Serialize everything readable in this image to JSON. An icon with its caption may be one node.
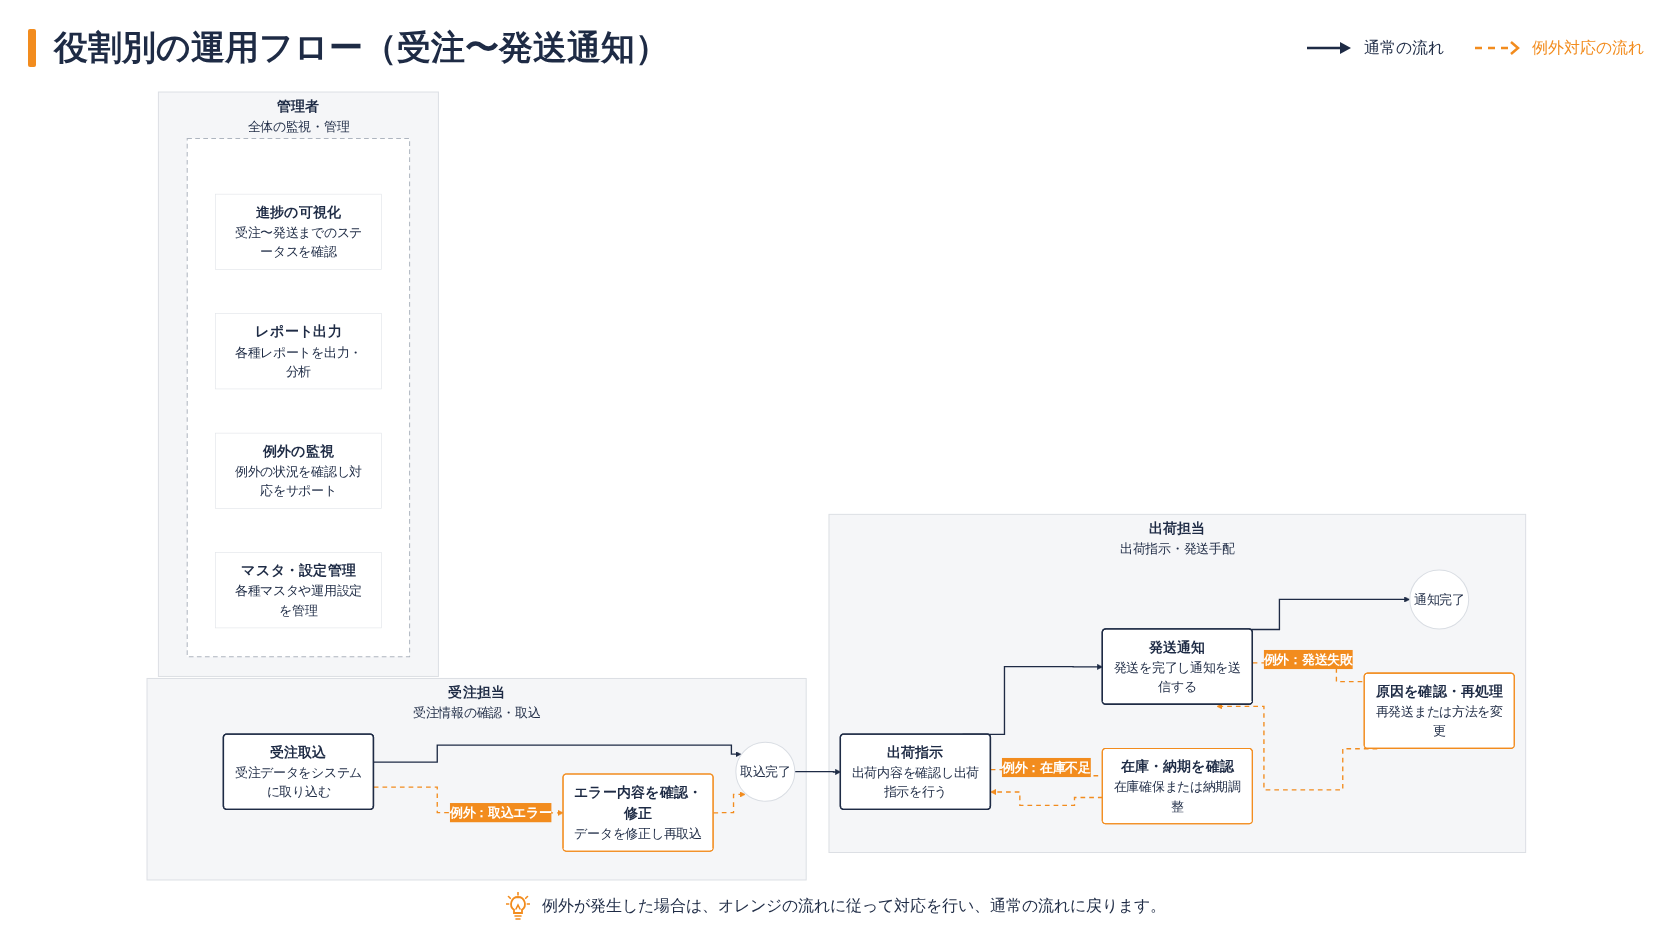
{
  "diagram": {
    "title": "役割別の運用フロー（受注〜発送通知）",
    "caption": "例外が発生した場合は、オレンジの流れに従って対応を行い、通常の流れに戻ります。",
    "nodes": [
      {
        "text": [
          "受注担当",
          "受注情報の確認・取込"
        ]
      },
      {
        "text": [
          "受注取込",
          "受注データをシステムに取り込む"
        ],
        "in": 0
      },
      {
        "text": [
          "取込完了"
        ],
        "in": 0
      },
      {
        "text": [
          "エラー内容を確認・修正",
          "データを修正し再取込"
        ],
        "in": 0
      },
      {
        "text": [
          "出荷担当",
          "出荷指示・発送手配"
        ]
      },
      {
        "text": [
          "出荷指示",
          "出荷内容を確認し出荷指示を行う"
        ],
        "in": 4
      },
      {
        "text": [
          "発送通知",
          "発送を完了し通知を送信する"
        ],
        "in": 4
      },
      {
        "text": [
          "通知完了"
        ],
        "in": 4
      },
      {
        "text": [
          "在庫・納期を確認",
          "在庫確保または納期調整"
        ],
        "in": 4
      },
      {
        "text": [
          "原因を確認・再処理",
          "再発送または方法を変更"
        ],
        "in": 4
      },
      {
        "text": [
          "管理者",
          "全体の監視・管理"
        ]
      },
      {
        "text": [],
        "shape": "box",
        "in": 10
      },
      {
        "text": [
          "進捗の可視化",
          "受注〜発送までのステータスを確認"
        ],
        "in": 11
      },
      {
        "text": [
          "レポート出力",
          "各種レポートを出力・分析"
        ],
        "in": 11
      },
      {
        "text": [
          "例外の監視",
          "例外の状況を確認し対応をサポート"
        ],
        "in": 11
      },
      {
        "text": [
          "マスタ・設定管理",
          "各種マスタや運用設定を管理"
        ],
        "in": 11
      }
    ],
    "edges": [
      {
        "from": 1,
        "to": 2,
        "arrow": "to",
        "color": "#1e2b45"
      },
      {
        "from": 1,
        "to": 3,
        "arrow": "to",
        "style": "dashed",
        "label": "例外：取込エラー"
      },
      {
        "from": 3,
        "to": 2,
        "arrow": "to",
        "style": "dashed"
      },
      {
        "from": 2,
        "to": 5,
        "arrow": "to",
        "color": "#1e2b45"
      },
      {
        "from": 5,
        "to": 6,
        "arrow": "to",
        "color": "#1e2b45"
      },
      {
        "from": 5,
        "to": 8,
        "arrow": "none",
        "style": "dashed",
        "label": "例外：在庫不足"
      },
      {
        "from": 8,
        "to": 5,
        "arrow": "to",
        "style": "dashed"
      },
      {
        "from": 6,
        "to": 7,
        "arrow": "to",
        "color": "#1e2b45"
      },
      {
        "from": 6,
        "to": 9,
        "arrow": "none",
        "style": "dashed",
        "label": "例外：発送失敗"
      },
      {
        "from": 9,
        "to": 6,
        "arrow": "to",
        "style": "dashed"
      }
    ],
    "legend": [
      {
        "text": "通常の流れ"
      },
      {
        "text": "例外対応の流れ"
      }
    ]
  }
}
